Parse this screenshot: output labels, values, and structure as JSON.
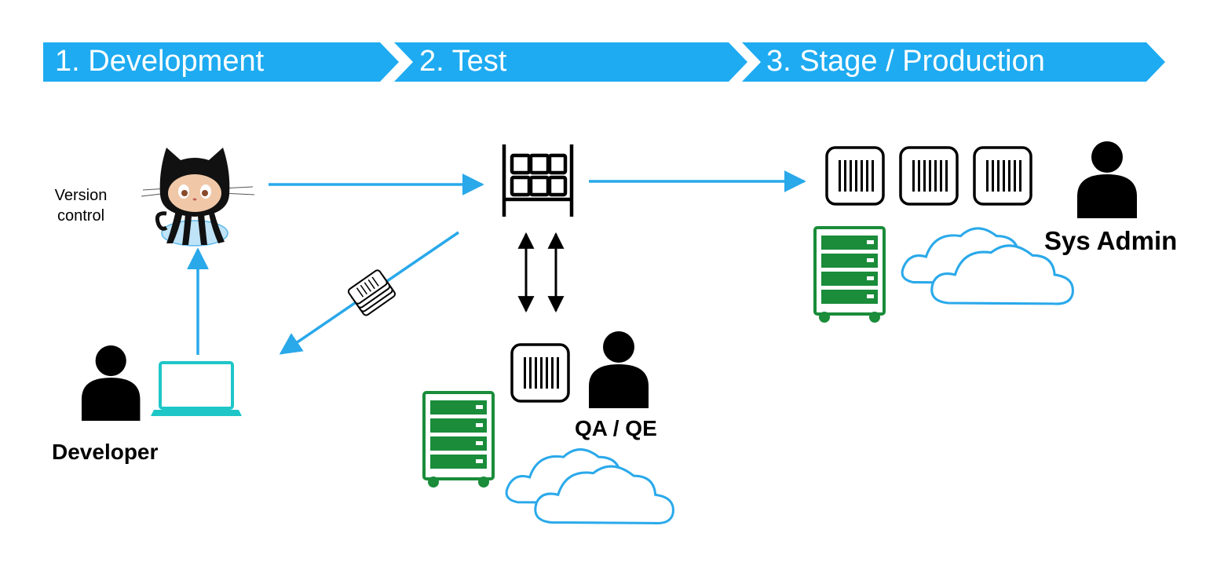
{
  "stages": [
    {
      "label": "1. Development"
    },
    {
      "label": "2. Test"
    },
    {
      "label": "3. Stage / Production"
    }
  ],
  "labels": {
    "version_control": "Version\ncontrol",
    "developer": "Developer",
    "qa_qe": "QA / QE",
    "sys_admin": "Sys Admin"
  },
  "colors": {
    "stage_banner": "#1eabf1",
    "arrow": "#29a8ea",
    "server_green": "#1a8c3a",
    "cloud_blue": "#2aa9ea",
    "laptop_cyan": "#1ec6c8",
    "icon_black": "#000000"
  },
  "icons": {
    "version_control": "octocat-icon",
    "registry": "registry-icon",
    "container": "container-icon",
    "server": "server-icon",
    "cloud": "cloud-icon",
    "person": "person-icon",
    "laptop": "laptop-icon",
    "image_stack": "image-stack-icon"
  }
}
